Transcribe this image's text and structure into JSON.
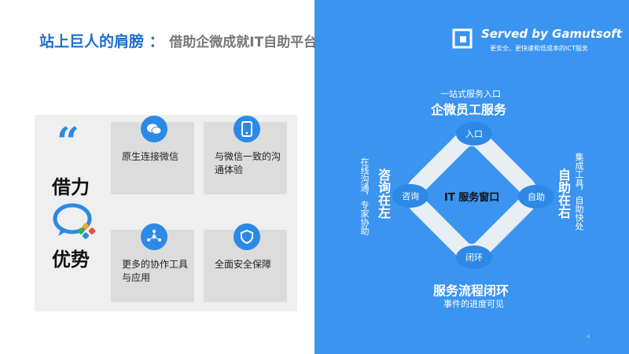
{
  "title": {
    "part1": "站上巨人的肩膀 ：",
    "part2": "借助企微成就IT自助平台"
  },
  "left": {
    "quote_mark": "“",
    "top_word": "借力",
    "bottom_word": "优势",
    "cards": [
      {
        "icon": "wechat-icon",
        "text": "原生连接微信"
      },
      {
        "icon": "phone-icon",
        "text": "与微信一致的沟通体验"
      },
      {
        "icon": "share-nodes-icon",
        "text": "更多的协作工具与应用"
      },
      {
        "icon": "shield-icon",
        "text": "全面安全保障"
      }
    ]
  },
  "brand": {
    "name": "Served by Gamutsoft",
    "tagline": "更安全、更快速和低成本的ICT服务"
  },
  "diagram": {
    "top_label": "一站式服务入口",
    "top_main": "企微员工服务",
    "bottom_main": "服务流程闭环",
    "bottom_label": "事件的进度可见",
    "left_main": "咨询在左",
    "left_sub": "在线沟通，专家协助",
    "right_main": "自助在右",
    "right_sub": "集成工具，自助快处",
    "center": "IT 服务窗口",
    "nodes": {
      "top": "入口",
      "left": "咨询",
      "right": "自助",
      "bottom": "闭环"
    }
  },
  "page_number": "4",
  "colors": {
    "accent": "#2c8ae6",
    "right_bg": "#3a94f0",
    "title": "#1c6fd0"
  }
}
